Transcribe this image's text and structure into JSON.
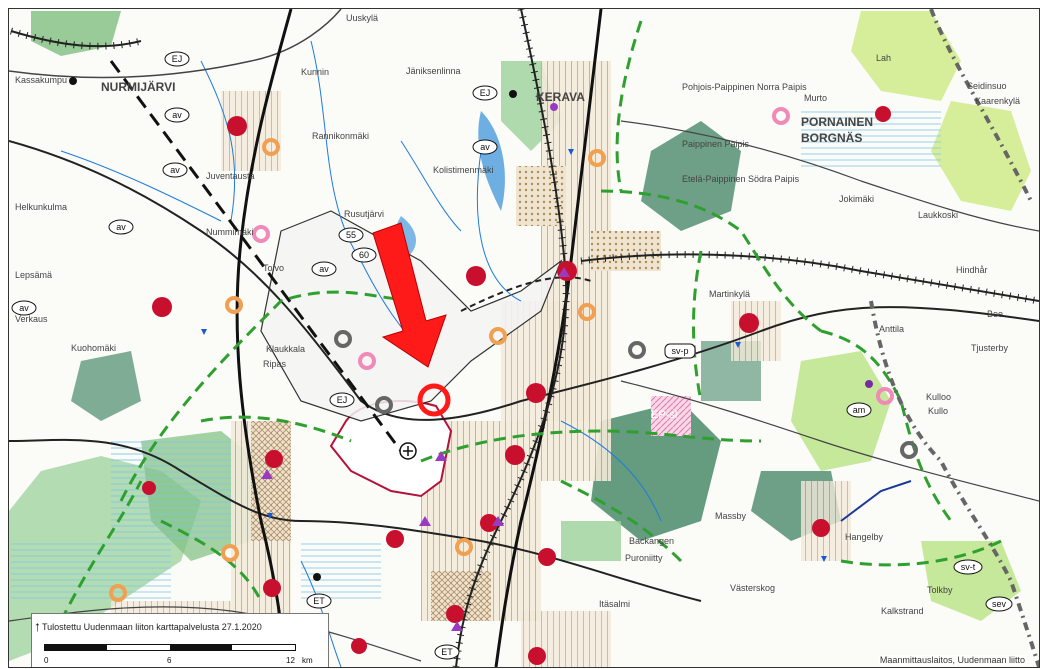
{
  "map": {
    "place_labels": {
      "uuskyla": "Uuskylä",
      "kassakumpu": "Kassakumpu",
      "nurmijarvi": "NURMIJÄRVI",
      "janikseninne": "Jäniksenlinna",
      "kunnin": "Kunnin",
      "rannikonmaki": "Rannikonmäki",
      "juventausta": "Juventausta",
      "helkunkulma": "Helkunkulma",
      "nummi": "Nummimäki",
      "toivo": "Toivo",
      "rusutjarvi": "Rusutjärvi",
      "lepsama": "Lepsämä",
      "verkaus": "Verkaus",
      "kuohomaki": "Kuohomäki",
      "klaukkala": "Klaukkala",
      "kolistimen": "Kolistimenmäki",
      "kerava": "KERAVA",
      "kaarenkyla": "Kaarenkylä",
      "pornainen": "PORNAINEN",
      "borgnas": "BORGNÄS",
      "murto": "Murto",
      "seidinsuo": "Seidinsuo",
      "lah": "Lah",
      "laukkoski": "Laukkoski",
      "hindhar": "Hindhår",
      "martinkyla": "Martinkylä",
      "anttila": "Anttila",
      "boe": "Boe",
      "tjusterby": "Tjusterby",
      "kulloo": "Kulloo",
      "kullo": "Kullo",
      "massby": "Massby",
      "backangen": "Backangen",
      "puroniitty": "Puroniitty",
      "vasterskog": "Västerskog",
      "hangelby": "Hangelby",
      "tolkby": "Tolkby",
      "kalkstrand": "Kalkstrand",
      "itasalmi": "Itäsalmi",
      "mettsapaipis": "Etelä-Paippinen Södra Paipis",
      "paipis": "Paippinen Paipis",
      "pohjois": "Pohjois-Paippinen Norra Paipis",
      "jokimaki": "Jokimäki",
      "ripas": "Ripas",
      "epsi": "EP-sl"
    },
    "badges": {
      "ej1": "EJ",
      "ej2": "EJ",
      "ej3": "EJ",
      "av1": "av",
      "av2": "av",
      "av3": "av",
      "av4": "av",
      "av5": "av",
      "av6": "av",
      "r55": "55",
      "r60": "60",
      "svp": "sv-p",
      "am": "am",
      "svt": "sv-t",
      "sev": "sev",
      "et1": "ET",
      "et2": "ET"
    },
    "colors": {
      "highlight_arrow": "#ff1a1a",
      "highlight_ring": "#ff1a1a",
      "green_route": "#2fa02f",
      "rail": "#222222",
      "municipal_border": "#777777",
      "forest": "#7fbf7f",
      "dark_green": "#4a8a6a",
      "urban_hatch": "#c9ad7a",
      "water": "#1e7bdc",
      "pink": "#f08ab8",
      "orange": "#f0a050",
      "red_center": "#c8102e"
    }
  },
  "scale": {
    "title": "Tulostettu Uudenmaan liiton karttapalvelusta 27.1.2020",
    "n0": "0",
    "n6": "6",
    "n12": "12",
    "unit": "km"
  },
  "credit": "Maanmittauslaitos, Uudenmaan liitto"
}
